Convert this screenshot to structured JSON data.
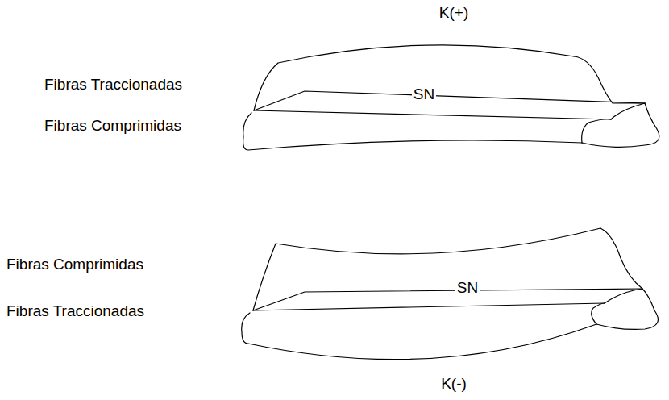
{
  "diagram": {
    "labels": [
      "K(+)",
      "Fibras Traccionadas",
      "SN",
      "Fibras Comprimidas",
      "Fibras Comprimidas",
      "SN",
      "Fibras Traccionadas",
      "K(-)"
    ]
  }
}
